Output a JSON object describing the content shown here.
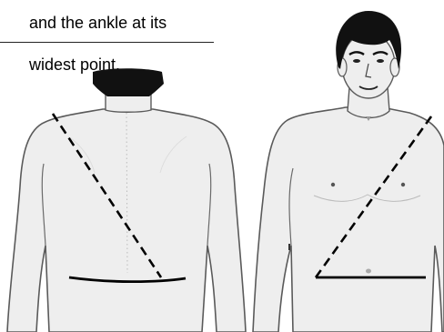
{
  "caption": {
    "line1": "and the ankle at its",
    "line2": "widest point."
  },
  "figures": [
    {
      "name": "back-view",
      "dashed_line": "shoulder to opposite waist",
      "solid_line": "waist"
    },
    {
      "name": "front-view",
      "dashed_line": "shoulder to opposite waist",
      "solid_line": "waist"
    }
  ],
  "colors": {
    "body_fill": "#eeeeee",
    "outline": "#5a5a5a",
    "measure_line": "#000000",
    "hair": "#111111"
  }
}
